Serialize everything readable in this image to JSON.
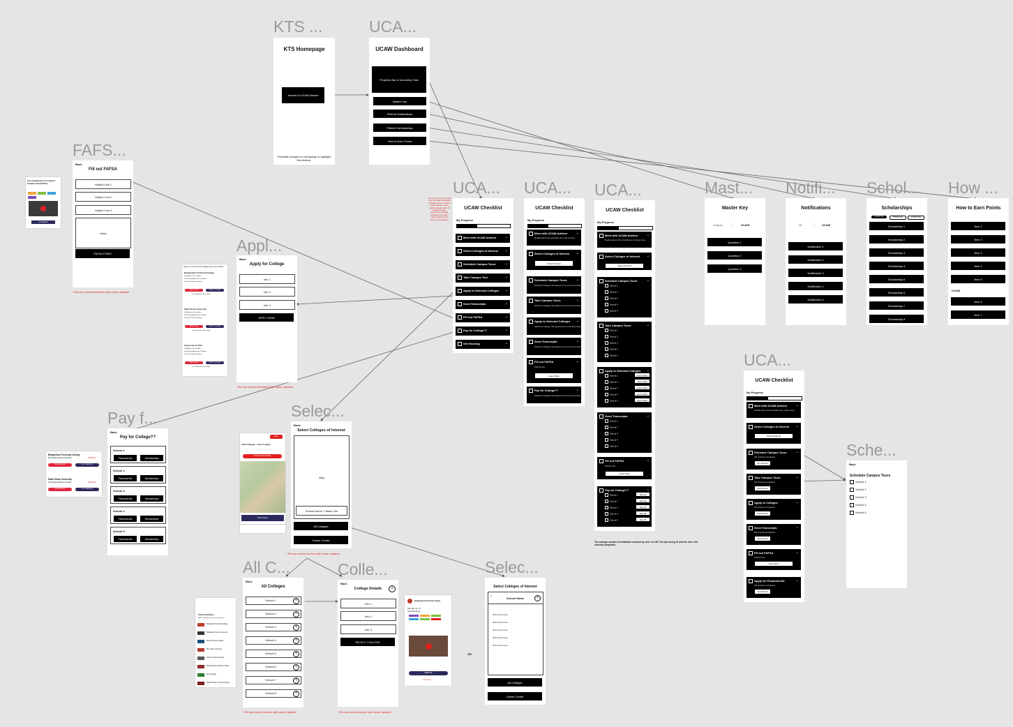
{
  "sections": {
    "kts": "KTS ...",
    "ucaw_dash": "UCA...",
    "fafsa": "FAFS...",
    "checklist1": "UCA...",
    "checklist2": "UCA...",
    "checklist3": "UCA...",
    "master": "Mast...",
    "notif": "Notifi...",
    "schol": "Schol...",
    "how": "How ...",
    "apply": "Appl...",
    "ucaw_right": "UCA...",
    "schedule": "Sche...",
    "pay": "Pay f...",
    "select1": "Selec...",
    "allc": "All C...",
    "college": "Colle...",
    "select2": "Selec..."
  },
  "kts": {
    "title": "KTS Homepage",
    "button": "Access to UCAW feature",
    "note": "Potential changes to homepage to highlight this feature."
  },
  "dashboard": {
    "title": "UCAW Dashboard",
    "progress": "Progress Bar & Upcoming Task",
    "items": [
      "Master Key",
      "Filtered Notifications",
      "Filtered Scholarships",
      "How to Earn Points"
    ]
  },
  "fafsa": {
    "back": "Back",
    "title": "Fill out FAFSA",
    "links": [
      "Helpful Link 1",
      "Helpful Link 2",
      "Helpful Link 3"
    ],
    "video": "Video",
    "form": "FAFSA FORM",
    "note": "* Re-use current elements with some updates"
  },
  "checklist": {
    "title": "UCAW Checklist",
    "progress": "My Progress",
    "items": [
      "Meet with UCAW Advisor",
      "Select Colleges of Interest",
      "Schedule Campus Tours",
      "Take Campus Tour",
      "Apply to Selected Colleges",
      "Send Transcripts",
      "Fill out FAFSA",
      "Pay for College??",
      "Get Housing"
    ]
  },
  "checklist2": {
    "items": [
      "Meet with UCAW Advisor",
      "Select Colleges of Interest",
      "Schedule Campus Tours",
      "Take Campus Tours",
      "Apply to Selected Colleges",
      "Send Transcripts",
      "Fill out FAFSA",
      "Pay for College??"
    ],
    "select_btn": "Select Schools",
    "learn_btn": "Learn More",
    "fafsa_sub": "FAFSA info...",
    "advisor_sub": "Details about this checklist item will go here.",
    "schedule_sub": "Selected colleges will appear here once they have been selected."
  },
  "checklist3": {
    "items": [
      "Meet with UCAW Advisor",
      "Select Colleges of Interest",
      "Schedule Campus Tours",
      "Take Campus Tours",
      "Apply to Selected Colleges",
      "Send Transcripts",
      "Fill out FAFSA",
      "Pay for College??"
    ],
    "schools": [
      "School 1",
      "School 2",
      "School 3",
      "School 4",
      "School 5"
    ],
    "learn_more": "Learn More",
    "see_all": "See All",
    "note": "The average number of institution selected by user is 4.38. The max being 21 and the min 1 4/5 schools completed"
  },
  "master": {
    "title": "Master Key",
    "tab1": "Original",
    "tab2": "UCAW",
    "items": [
      "Question 1",
      "Question 2",
      "Question 3"
    ]
  },
  "notifications": {
    "title": "Notifications",
    "tab1": "All",
    "tab2": "UCAW",
    "items": [
      "Notification 1",
      "Notification 2",
      "Notification 3",
      "Notification 4",
      "Notification 5"
    ]
  },
  "scholarships": {
    "title": "Scholarships",
    "chips": [
      "UCAW TAG",
      "OTHER TAG",
      "OTHER TAG"
    ],
    "items": [
      "Scholarship 1",
      "Scholarship 2",
      "Scholarship 3",
      "Scholarship 4",
      "Scholarship 5",
      "Scholarship 6",
      "Scholarship 7",
      "Scholarship 8"
    ]
  },
  "how": {
    "title": "How to Earn Points",
    "items": [
      "Item 1",
      "Item 2",
      "Item 3",
      "Item 4",
      "Item 5"
    ],
    "ucaw": "UCAW",
    "items2": [
      "Item 6",
      "Item 7"
    ]
  },
  "apply": {
    "back": "Back",
    "title": "Apply for College",
    "infos": [
      "Info 1",
      "Info 2",
      "Info 3"
    ],
    "button": "APPLY NOW",
    "note": "* Re-use current elements with some updates"
  },
  "apply_ref": {
    "header": "Apply now to each of the colleges you've saved below",
    "schools": [
      "Bridgerland Technical College",
      "State Strate University",
      "University of Utah"
    ],
    "rows": [
      "Fall Admissions Deadline",
      "Scholarship Application Deadline",
      "Financial Priority Deadline"
    ],
    "btn1": "APPLY NOW",
    "btn2": "APPLY TO ITEMS",
    "foot": "I have applied to this college"
  },
  "ucaw_right": {
    "title": "UCAW Checklist",
    "progress": "My Progress",
    "items": [
      {
        "label": "Meet with UCAW Advisor",
        "sub": "Details about this checklist item will go here.",
        "btn": ""
      },
      {
        "label": "Select Colleges of Interest",
        "sub": "",
        "btn": "Select Schools"
      },
      {
        "label": "Schedule Campus Tours",
        "sub": "4/5 schools completed",
        "btn": "My Schools"
      },
      {
        "label": "Take Campus Tours",
        "sub": "3/5 schools completed",
        "btn": "My Schools"
      },
      {
        "label": "Apply to Colleges",
        "sub": "1/5 schools completed",
        "btn": "My Schools"
      },
      {
        "label": "Send Transcripts",
        "sub": "0/5 schools completed",
        "btn": "My Schools"
      },
      {
        "label": "Fill out FAFSA",
        "sub": "FAFSA info...",
        "btn": "Learn More"
      },
      {
        "label": "Apply for Financial Aid",
        "sub": "0/5 schools completed",
        "btn": "My Schools"
      }
    ]
  },
  "schedule": {
    "back": "Back",
    "title": "Schedule Campus Tours",
    "schools": [
      "School 1",
      "School 2",
      "School 3",
      "School 4",
      "School 5"
    ]
  },
  "pay": {
    "back": "Back",
    "title": "Pay for College??",
    "schools": [
      "School 1",
      "School 2",
      "School 3",
      "School 4",
      "School 5"
    ],
    "btn1": "Financial Aid",
    "btn2": "Scholarships"
  },
  "pay_ref": {
    "schools": [
      "Bridgerland Technical College",
      "State Strate University"
    ],
    "sub": "Scholarship Application Deadline",
    "date": "03/01/2022",
    "btn1": "FINANCIAL AID",
    "btn2": "SCHOLARSHIPS"
  },
  "select1": {
    "back": "Back",
    "title": "Select Colleges of Interest",
    "map": "Map",
    "card": "School Name + Basic Info",
    "btn1": "All Colleges",
    "btn2": "Career Center",
    "note": "* Re-use current screen with some updates"
  },
  "map_ref": {
    "title": "Utah Colleges - How to Apply",
    "pin_btn": "FIND MY COLLEGES",
    "tag": "Filters",
    "card": "School Name"
  },
  "allc": {
    "back": "Back",
    "title": "All Colleges",
    "schools": [
      "School 1",
      "School 2",
      "School 3",
      "School 4",
      "School 5",
      "School 6",
      "School 7",
      "School 8"
    ],
    "note": "* Re-use current screen with some updates"
  },
  "allc_ref": {
    "header": "Add Institutions",
    "sub": "Select institutions you are interested in",
    "schools": [
      "Bridgerland Technical College",
      "Bridgerland Tempo University",
      "Davis Technical College",
      "Dixie State University",
      "Ogden Technical College",
      "Mountainland Technical College",
      "Snow College",
      "Ogden-Weber Technical College"
    ]
  },
  "college": {
    "back": "Back",
    "title": "College Details",
    "infos": [
      "Info 1",
      "Info 2",
      "Info 3"
    ],
    "button": "SELECT COLLEGE",
    "note": "* Re-use current screen with some updates",
    "or": "OR"
  },
  "college_ref": {
    "name": "Bridgerland Technical College",
    "loc": "Salt Lake City, UT",
    "type": "Technical College",
    "website": "WEBSITE",
    "more": "Learn more"
  },
  "select2": {
    "title": "Select Colleges of Interest",
    "card_title": "School Name",
    "info": [
      "School info here",
      "School info here",
      "School info here",
      "School info here",
      "School info here"
    ],
    "btn1": "All Colleges",
    "btn2": "Career Center"
  },
  "fafsa_ref": {
    "title": "Free Application for Federal Student Aid (FAFSA)",
    "btn": "Get Started"
  },
  "red_notes": "Grow button to check and plus are used as detailed hotspots. Icons: checked items will have more opacity (please add). On Academy there: Resources awaiting completed, the dark / gray stands the out scores of completion."
}
